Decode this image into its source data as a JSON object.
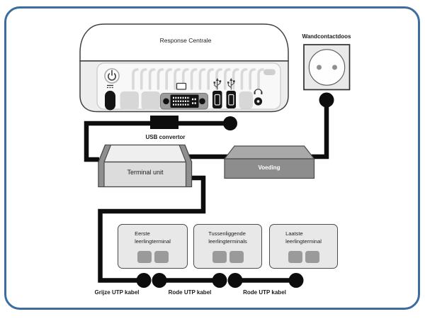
{
  "colors": {
    "frame_border": "#3c6d9e",
    "background": "#ffffff",
    "cable": "#0d0d0d",
    "label": "#1c1c1c"
  },
  "devices": {
    "response_centrale": {
      "label": "Response Centrale",
      "icons": {
        "power_button": "⏻",
        "dc_power": "⎓",
        "display": "▭",
        "usb": "usb-trident",
        "headphones": "∩"
      }
    },
    "wandcontactdoos": {
      "label": "Wandcontactdoos"
    },
    "usb_convertor": {
      "label": "USB convertor"
    },
    "terminal_unit": {
      "label": "Terminal unit"
    },
    "voeding": {
      "label": "Voeding"
    },
    "terminals": [
      {
        "lines": [
          "Eerste",
          "leerlingterminal"
        ]
      },
      {
        "lines": [
          "Tussenliggende",
          "leerlingterminals"
        ]
      },
      {
        "lines": [
          "Laatste",
          "leerlingterminal"
        ]
      }
    ],
    "cable_labels": [
      {
        "label": "Grijze UTP kabel"
      },
      {
        "label": "Rode UTP kabel"
      },
      {
        "label": "Rode UTP kabel"
      }
    ]
  }
}
